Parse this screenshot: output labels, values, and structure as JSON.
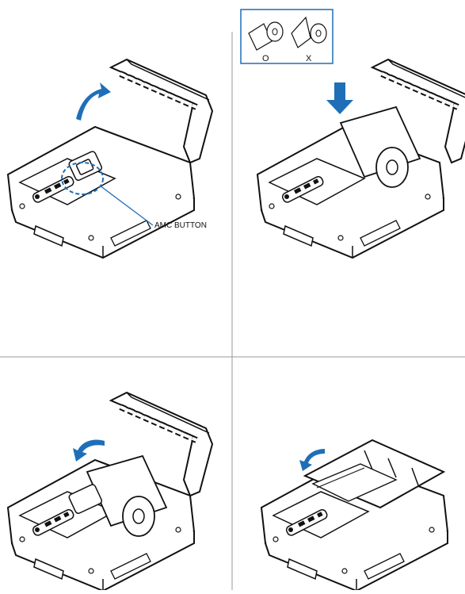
{
  "figure": {
    "panels": [
      {
        "id": "step-1",
        "description_hidden": true,
        "callout_label": "AMC BUTTON"
      },
      {
        "id": "step-2",
        "roll_orientation": {
          "correct_mark": "O",
          "incorrect_mark": "X"
        }
      },
      {
        "id": "step-3"
      },
      {
        "id": "step-4"
      }
    ]
  },
  "colors": {
    "line": "#111111",
    "arrow_blue": "#1e6fb8",
    "callout_blue": "#1e6fb8",
    "divider": "#999999"
  }
}
